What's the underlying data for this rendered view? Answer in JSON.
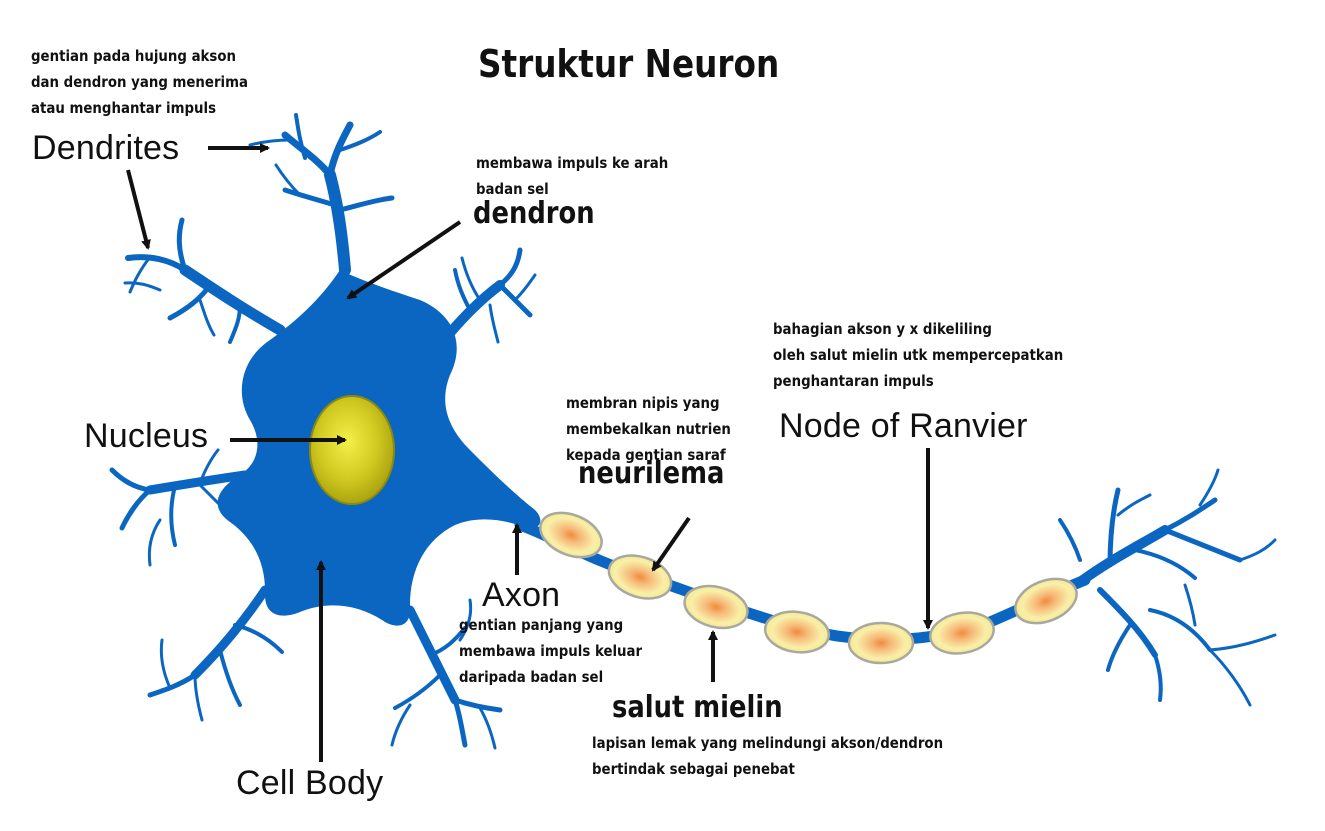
{
  "title": "Struktur Neuron",
  "colors": {
    "neuron": "#0b66c2",
    "nucleus": "#c9c214",
    "myelin": "#f8f3b0",
    "myelin_core": "#f08a3c",
    "arrow": "#111111"
  },
  "labels": {
    "dendrites": {
      "name": "Dendrites",
      "note": [
        "gentian pada hujung akson",
        "dan dendron yang menerima",
        "atau menghantar impuls"
      ]
    },
    "dendron": {
      "name": "dendron",
      "note": [
        "membawa impuls ke arah",
        "badan sel"
      ]
    },
    "nucleus": {
      "name": "Nucleus"
    },
    "cell_body": {
      "name": "Cell Body"
    },
    "axon": {
      "name": "Axon",
      "note": [
        "gentian panjang yang",
        "membawa impuls keluar",
        "daripada badan sel"
      ]
    },
    "neurilema": {
      "name": "neurilema",
      "note": [
        "membran nipis yang",
        "membekalkan nutrien",
        "kepada gentian saraf"
      ]
    },
    "salut_mielin": {
      "name": "salut mielin",
      "note": [
        "lapisan lemak yang melindungi akson/dendron",
        "bertindak sebagai penebat"
      ]
    },
    "node_of_ranvier": {
      "name": "Node of Ranvier",
      "note": [
        "bahagian akson y x dikeliling",
        "oleh salut mielin utk mempercepatkan",
        "penghantaran impuls"
      ]
    }
  }
}
